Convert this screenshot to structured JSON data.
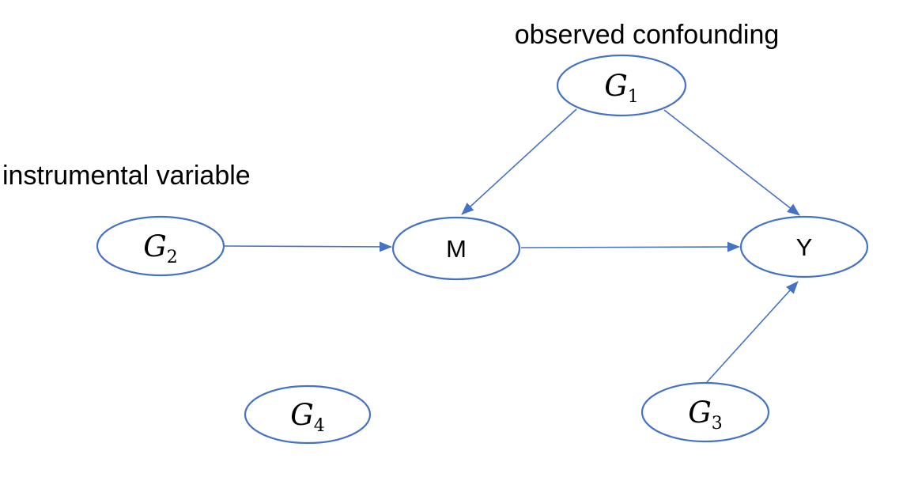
{
  "diagram": {
    "type": "causal-dag",
    "colors": {
      "node_stroke": "#4472C4",
      "edge_stroke": "#4472C4",
      "text": "#000000",
      "background": "#ffffff"
    },
    "annotations": {
      "observed_confounding": "observed confounding",
      "instrumental_variable": "instrumental variable"
    },
    "nodes": [
      {
        "id": "G1",
        "label": "G",
        "subscript": "1",
        "style": "math-script",
        "annotation": "observed confounding"
      },
      {
        "id": "G2",
        "label": "G",
        "subscript": "2",
        "style": "math-script",
        "annotation": "instrumental variable"
      },
      {
        "id": "M",
        "label": "M",
        "subscript": "",
        "style": "plain",
        "annotation": ""
      },
      {
        "id": "Y",
        "label": "Y",
        "subscript": "",
        "style": "plain",
        "annotation": ""
      },
      {
        "id": "G3",
        "label": "G",
        "subscript": "3",
        "style": "math-script",
        "annotation": ""
      },
      {
        "id": "G4",
        "label": "G",
        "subscript": "4",
        "style": "math-script",
        "annotation": ""
      }
    ],
    "edges": [
      {
        "from": "G2",
        "to": "M"
      },
      {
        "from": "G1",
        "to": "M"
      },
      {
        "from": "G1",
        "to": "Y"
      },
      {
        "from": "M",
        "to": "Y"
      },
      {
        "from": "G3",
        "to": "Y"
      }
    ]
  }
}
